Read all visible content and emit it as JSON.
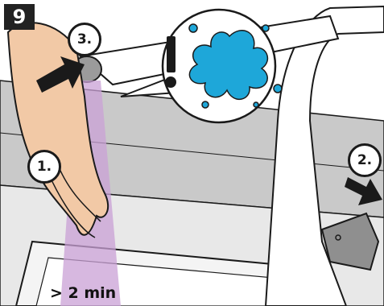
{
  "step": {
    "number": "9"
  },
  "callouts": {
    "one": "1.",
    "two": "2.",
    "three": "3."
  },
  "duration_label": "> 2 min",
  "warning_mark": "!",
  "colors": {
    "water_stream": "#c9a0d6",
    "splash": "#1ea7d9",
    "tile": "#cfcfcf",
    "outline": "#1a1a1a",
    "skin": "#f2c9a6"
  },
  "icons": [
    "water-splash-icon",
    "warning-icon",
    "arrow-push-icon",
    "arrow-rotate-icon"
  ]
}
